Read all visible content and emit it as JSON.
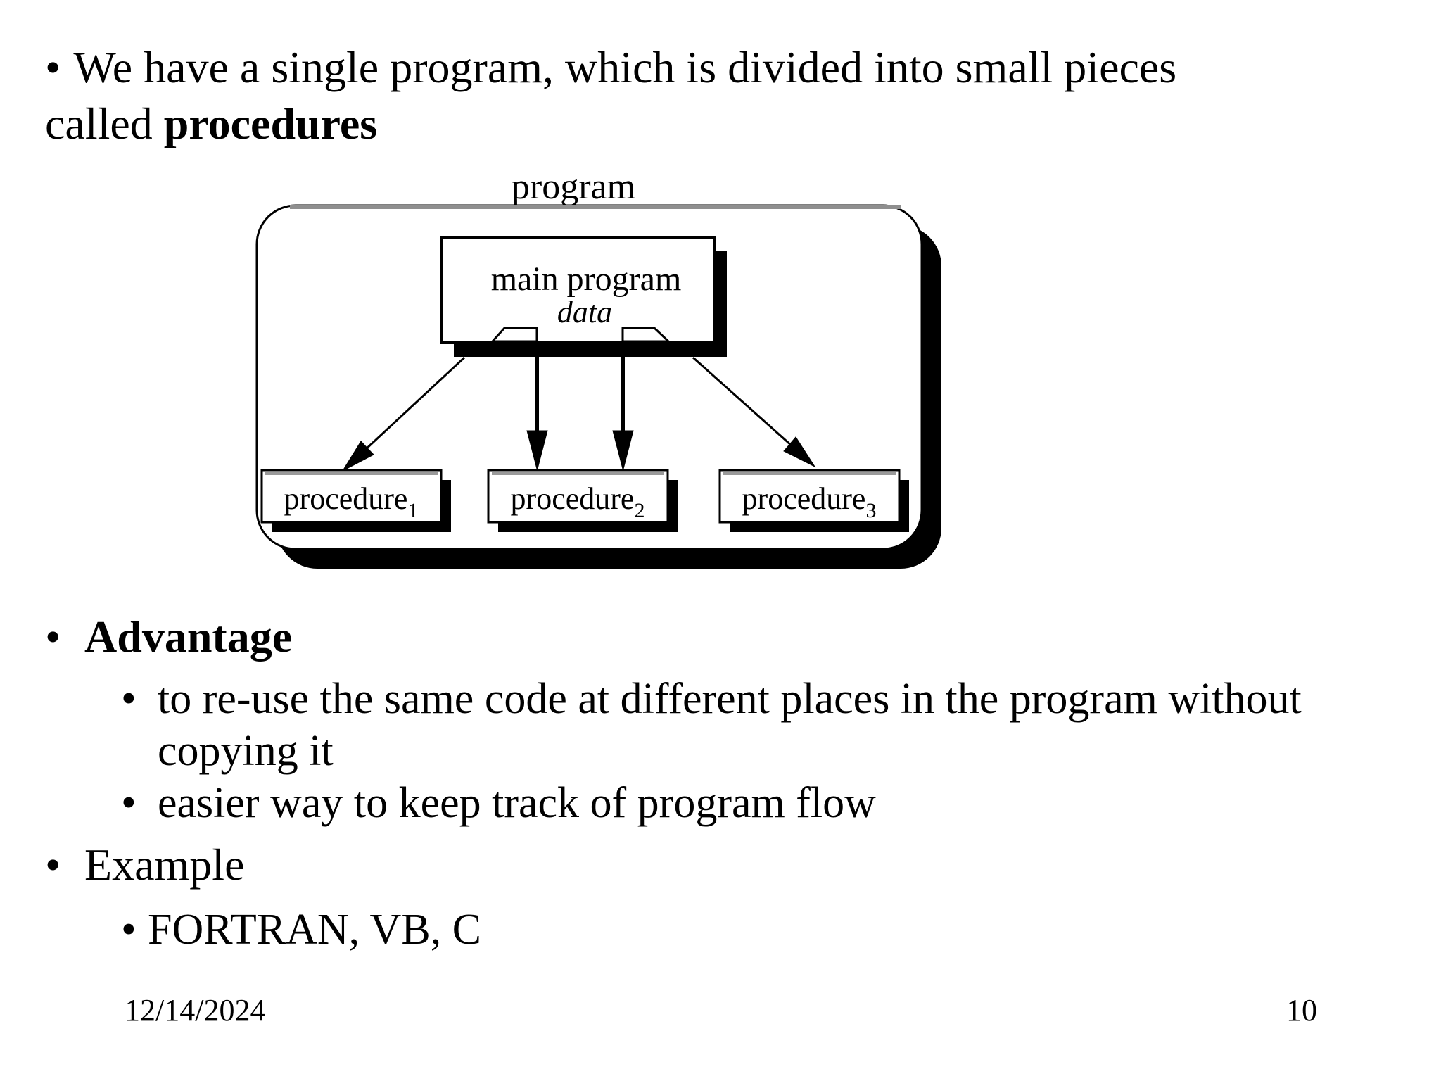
{
  "slide": {
    "bullet_char": "•",
    "intro": {
      "line1": "We have a single program, which is divided into small pieces",
      "line2_normal": "called ",
      "line2_bold": "procedures"
    },
    "bullets": {
      "advantage_label": "Advantage",
      "advantage_sub1": "to re-use the same code at different places in the program without copying it",
      "advantage_sub2": "easier way to keep track of program flow",
      "example_label": "Example",
      "example_sub1": "FORTRAN, VB, C"
    },
    "footer": {
      "date": "12/14/2024",
      "page_number": "10"
    }
  },
  "diagram": {
    "title": "program",
    "main_box_line1": "main program",
    "main_box_line2": "data",
    "procedure_boxes": [
      {
        "label": "procedure",
        "subscript": "1"
      },
      {
        "label": "procedure",
        "subscript": "2"
      },
      {
        "label": "procedure",
        "subscript": "3"
      }
    ],
    "colors": {
      "ink": "#000000",
      "paper": "#ffffff",
      "highlight_gray": "#8f8f8f"
    }
  }
}
